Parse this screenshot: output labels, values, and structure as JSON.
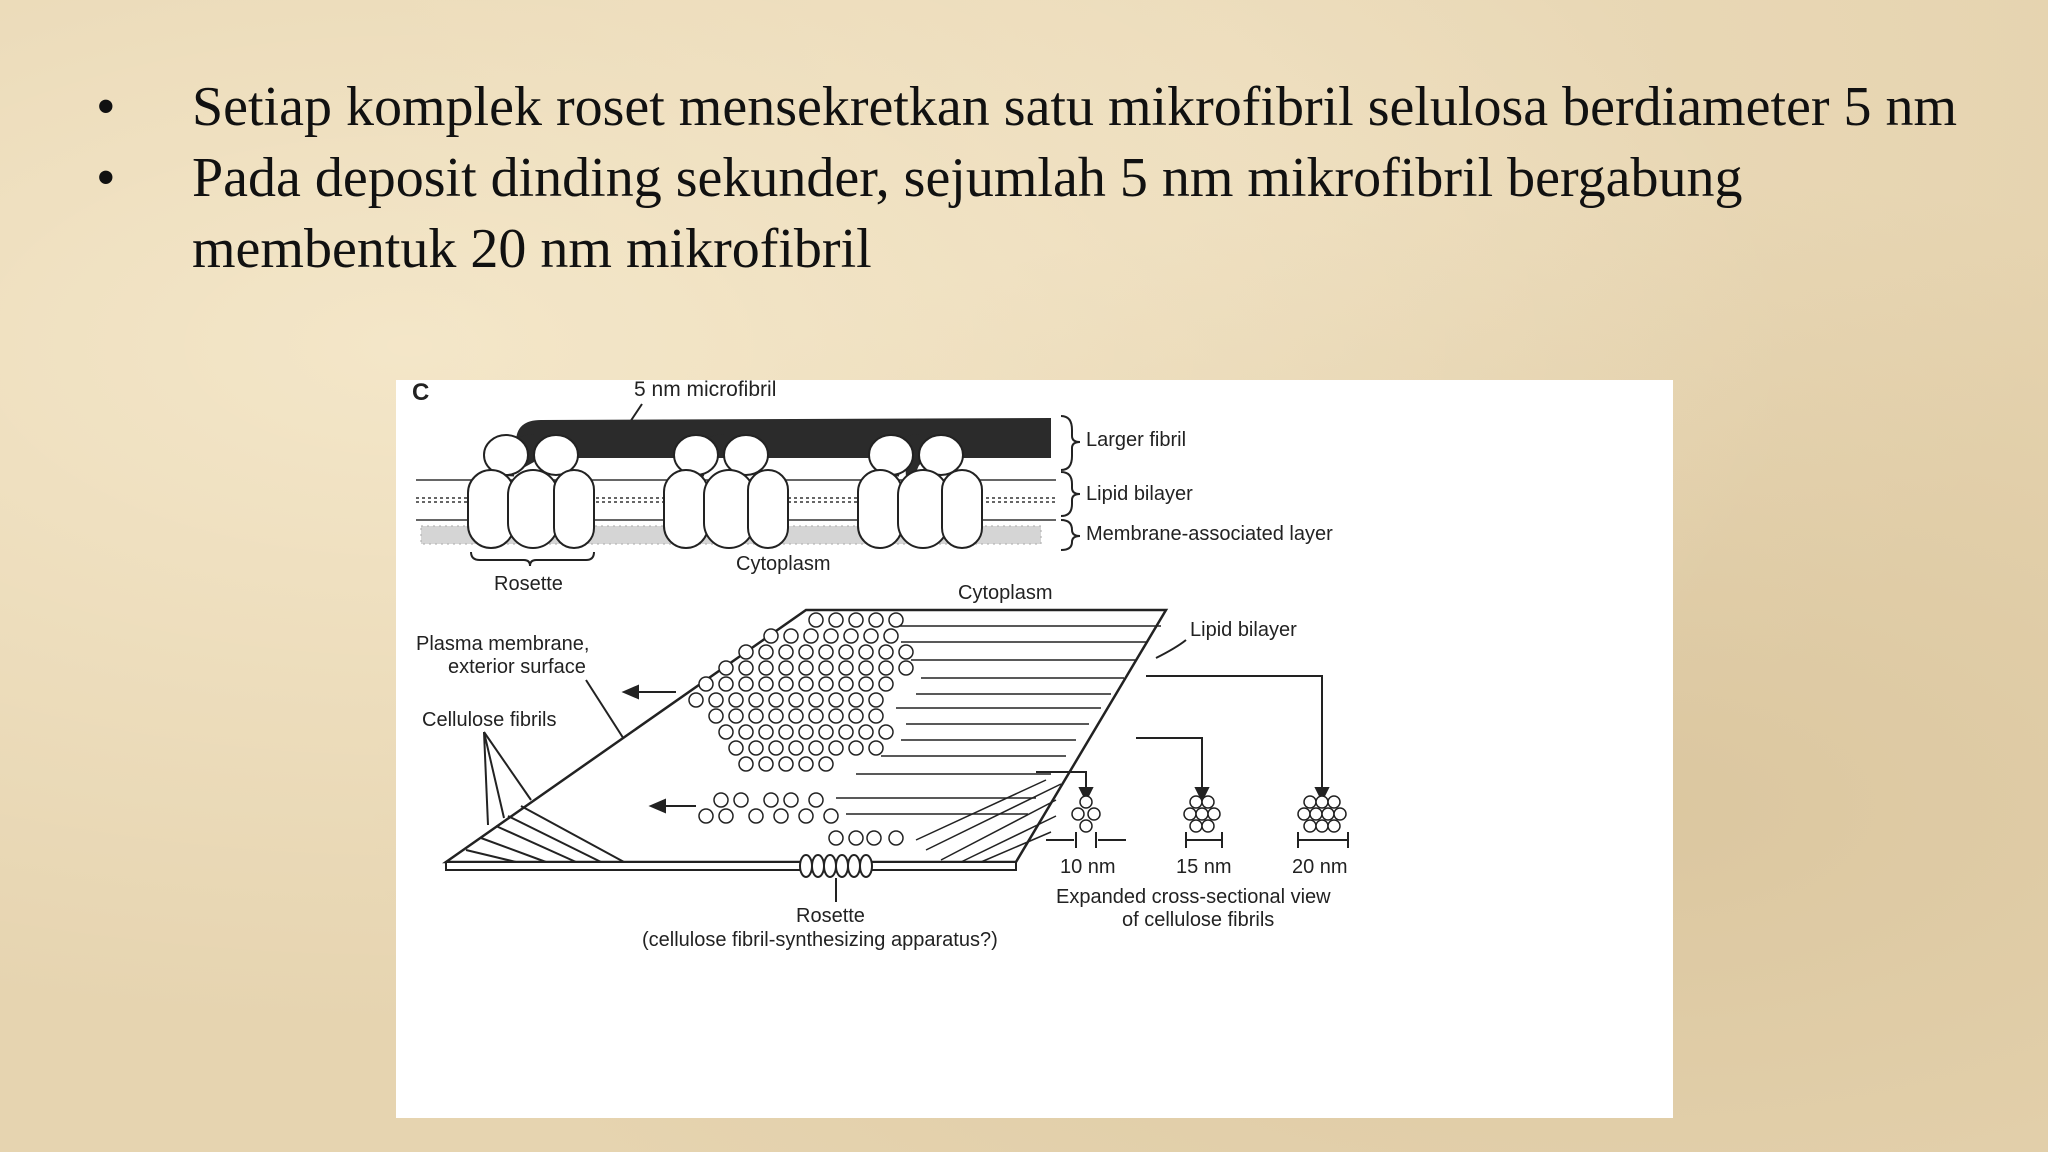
{
  "slide": {
    "bullets": [
      {
        "marker": "•",
        "text": "Setiap komplek roset mensekretkan satu mikrofibril selulosa berdiameter 5 nm"
      },
      {
        "marker": "•",
        "text": "Pada deposit dinding sekunder, sejumlah 5 nm mikrofibril  bergabung membentuk 20 nm mikrofibril"
      }
    ]
  },
  "figure": {
    "panel_letter": "C",
    "top": {
      "label_microfibril": "5 nm microfibril",
      "label_larger_fibril": "Larger fibril",
      "label_lipid_bilayer": "Lipid bilayer",
      "label_membrane_layer": "Membrane-associated layer",
      "label_rosette": "Rosette",
      "label_cytoplasm": "Cytoplasm"
    },
    "bottom": {
      "label_cytoplasm": "Cytoplasm",
      "label_lipid_bilayer": "Lipid bilayer",
      "label_plasma_membrane_1": "Plasma membrane,",
      "label_plasma_membrane_2": "exterior surface",
      "label_cellulose_fibrils": "Cellulose fibrils",
      "label_rosette": "Rosette",
      "label_rosette_note": "(cellulose fibril-synthesizing apparatus?)",
      "size_10": "10 nm",
      "size_15": "15 nm",
      "size_20": "20 nm",
      "caption_1": "Expanded cross-sectional view",
      "caption_2": "of cellulose fibrils"
    }
  }
}
